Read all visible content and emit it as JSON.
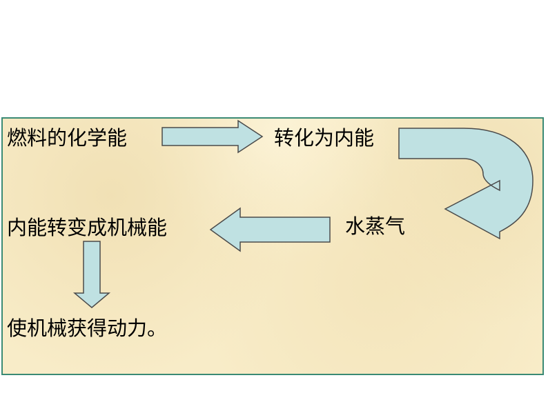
{
  "diagram": {
    "nodes": {
      "fuel_energy": "燃料的化学能",
      "to_internal": "转化为内能",
      "steam": "水蒸气",
      "internal_to_mechanical": "内能转变成机械能",
      "machine_power": "使机械获得动力。"
    }
  },
  "colors": {
    "arrow_fill": "#bfe1e2",
    "arrow_stroke": "#4a4a4a",
    "panel_border": "#3a8a74",
    "panel_bg": "#f8ecc8"
  }
}
